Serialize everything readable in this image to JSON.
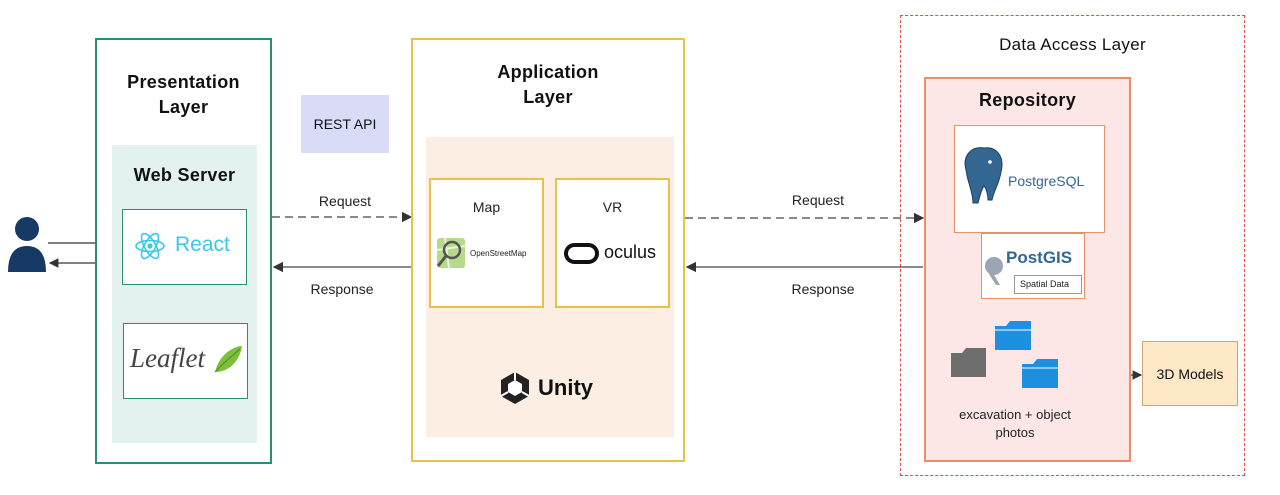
{
  "presentation": {
    "title_line1": "Presentation",
    "title_line2": "Layer",
    "web_server": "Web Server",
    "react_label": "React",
    "leaflet_label": "Leaflet"
  },
  "rest_api": "REST API",
  "connections": {
    "left_request": "Request",
    "left_response": "Response",
    "right_request": "Request",
    "right_response": "Response"
  },
  "application": {
    "title_line1": "Application",
    "title_line2": "Layer",
    "map_label": "Map",
    "osm_label": "OpenStreetMap",
    "vr_label": "VR",
    "oculus_label": "oculus",
    "unity_label": "Unity"
  },
  "data_access": {
    "title": "Data Access Layer",
    "repository": "Repository",
    "postgresql_label": "PostgreSQL",
    "postgis_label": "PostGIS",
    "spatial_label": "Spatial Data",
    "photos_line1": "excavation + object",
    "photos_line2": "photos",
    "models_label": "3D Models"
  },
  "colors": {
    "presentation_border": "#2e8b7a",
    "web_server_fill": "#e3f2ee",
    "application_border": "#e8c14a",
    "application_fill": "#fdeee3",
    "data_access_border": "#e04a4a",
    "repository_fill": "#fde6e6",
    "repository_border": "#e8906a",
    "rest_api_fill": "#d8dcf7",
    "models_fill": "#fde8c8",
    "folder_blue": "#1e90e0",
    "react_cyan": "#38c8e8"
  }
}
